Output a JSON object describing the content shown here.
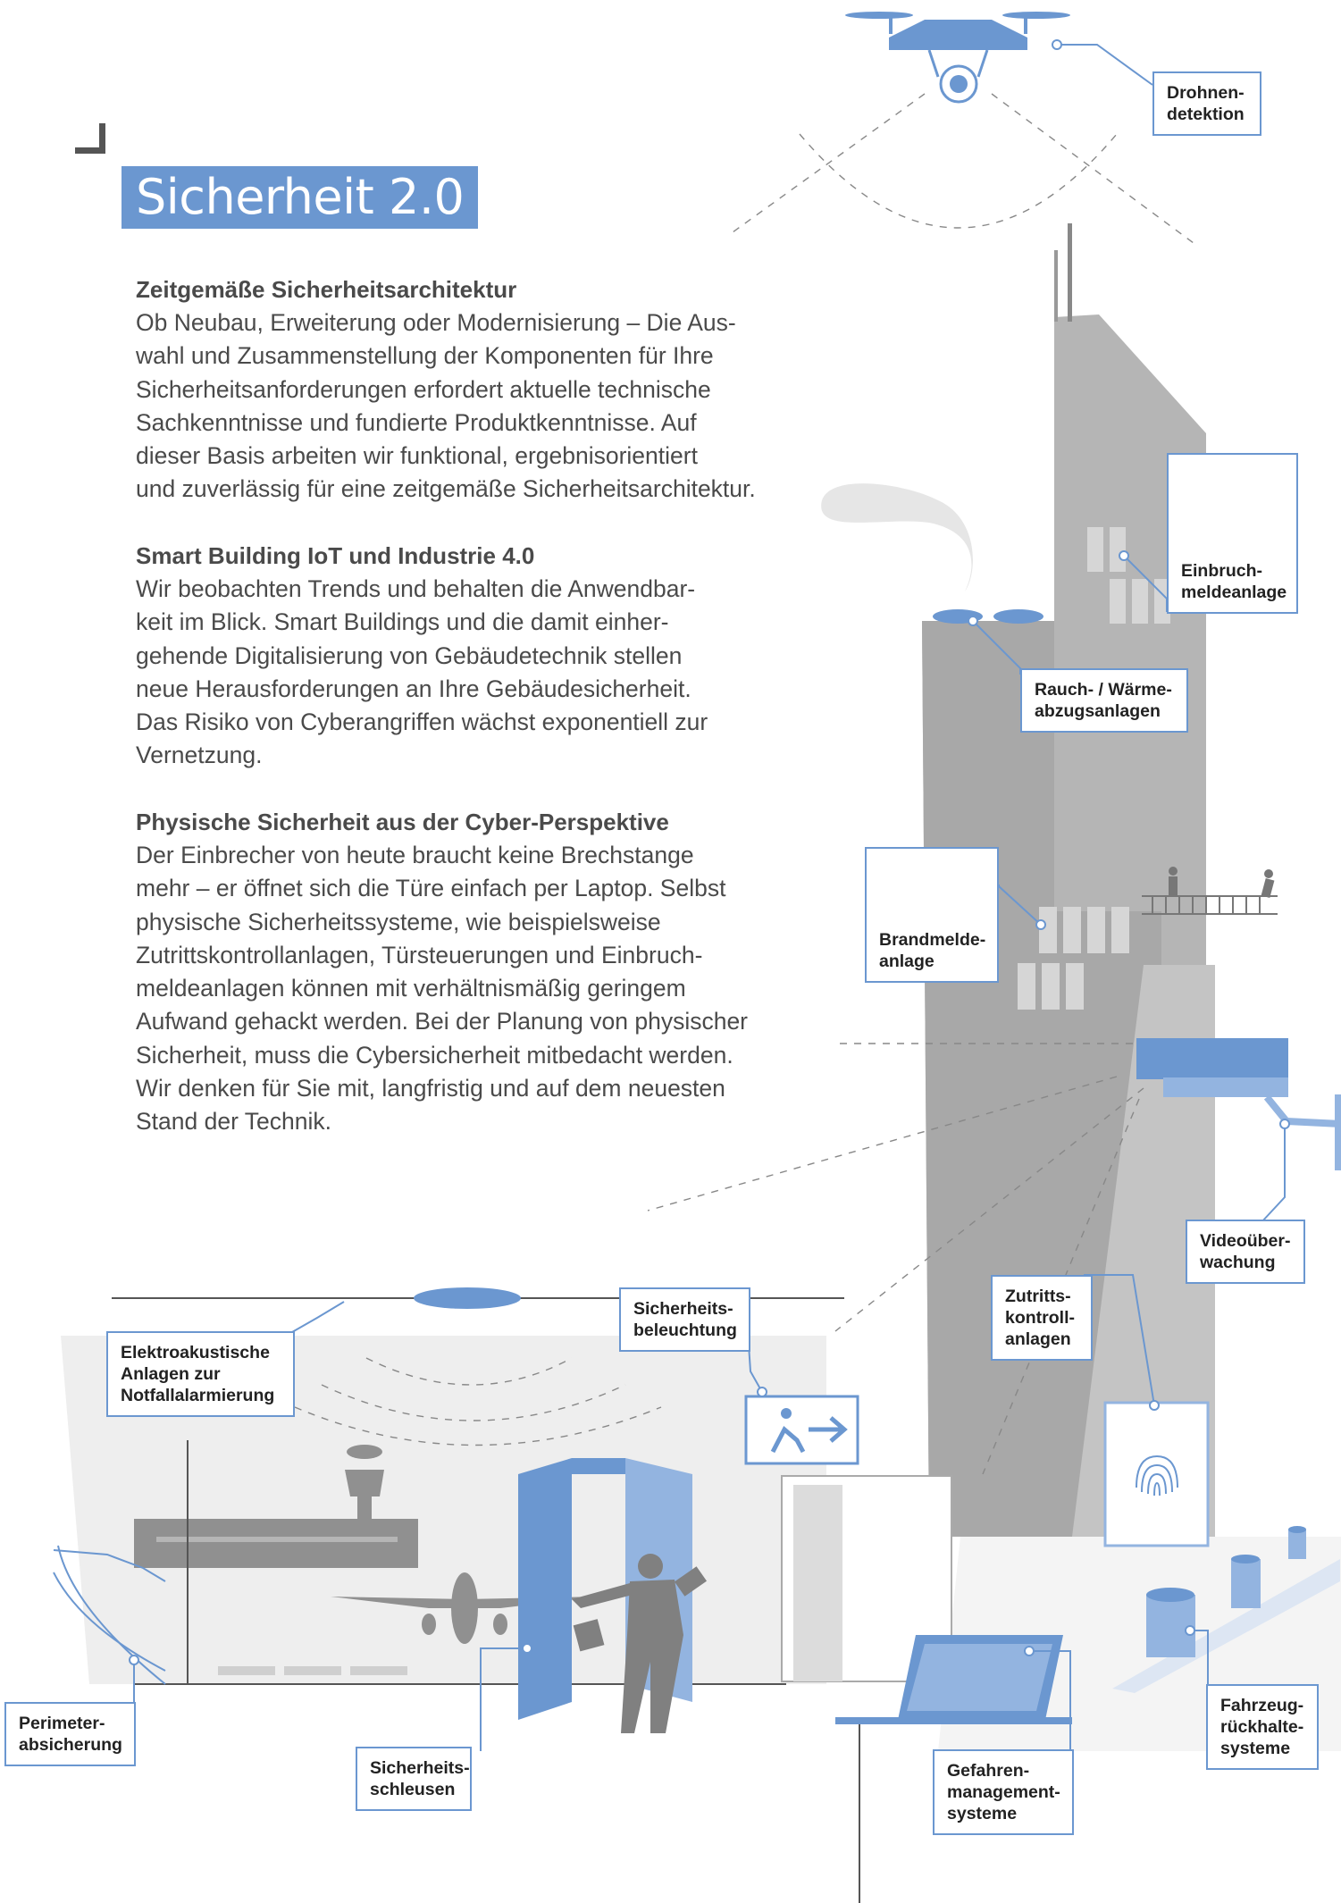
{
  "title": "Sicherheit 2.0",
  "sections": [
    {
      "heading": "Zeitgemäße Sicherheitsarchitektur",
      "lines": [
        "Ob Neubau, Erweiterung oder Modernisierung – Die Aus-",
        "wahl und Zusammenstellung der Komponenten für Ihre",
        "Sicherheitsanforderungen erfordert aktuelle technische",
        "Sachkenntnisse und fundierte Produktkenntnisse. Auf",
        "dieser Basis arbeiten wir funktional, ergebnisorientiert",
        "und zuverlässig für eine zeitgemäße Sicherheitsarchitektur."
      ]
    },
    {
      "heading": "Smart Building IoT und Industrie 4.0",
      "lines": [
        "Wir beobachten Trends und behalten die Anwendbar-",
        "keit im Blick. Smart Buildings und die damit einher-",
        "gehende Digitalisierung von Gebäudetechnik stellen",
        "neue Herausforderungen an Ihre Gebäudesicherheit.",
        "Das Risiko von Cyberangriffen wächst exponentiell zur",
        "Vernetzung."
      ]
    },
    {
      "heading": "Physische Sicherheit aus der Cyber-Perspektive",
      "lines": [
        "Der Einbrecher von heute braucht keine Brechstange",
        "mehr – er öffnet sich die Türe einfach per Laptop. Selbst",
        "physische Sicherheitssysteme, wie beispielsweise",
        "Zutrittskontrollanlagen, Türsteuerungen und Einbruch-",
        "meldeanlagen können mit verhältnismäßig geringem",
        "Aufwand gehackt werden. Bei der Planung von physischer",
        "Sicherheit, muss die Cybersicherheit mitbedacht werden.",
        "Wir denken für Sie mit, langfristig und auf dem neuesten",
        "Stand der Technik."
      ]
    }
  ],
  "labels": {
    "drohnen": "Drohnen-\ndetektion",
    "einbruch": "Einbruch-\nmeldeanlage",
    "rauch": "Rauch- / Wärme-\nabzugsanlagen",
    "brand": "Brandmelde-\nanlage",
    "video": "Videoüber-\nwachung",
    "zutritt": "Zutritts-\nkontroll-\nanlagen",
    "elektro": "Elektroakustische\nAnlagen zur\nNotfallalarmierung",
    "beleuchtung": "Sicherheits-\nbeleuchtung",
    "perimeter": "Perimeter-\nabsicherung",
    "schleusen": "Sicherheits-\nschleusen",
    "gefahren": "Gefahren-\nmanagement-\nsysteme",
    "fahrzeug": "Fahrzeug-\nrückhalte-\nsysteme"
  },
  "colors": {
    "accent": "#6b97d0",
    "accent_light": "#93b4e0",
    "building": "#b5b5b5",
    "building_dark": "#a2a2a2",
    "ground": "#eeeeee",
    "text": "#4a4a4a"
  }
}
